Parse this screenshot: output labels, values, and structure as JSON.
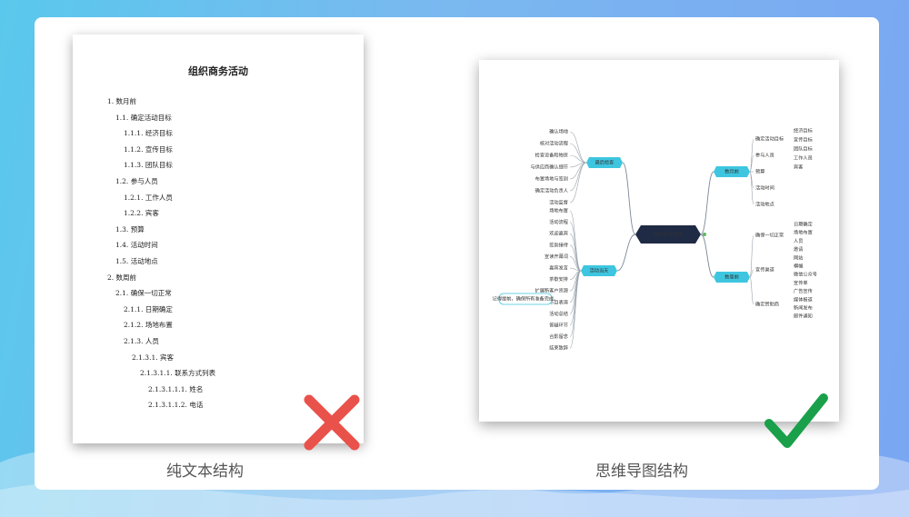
{
  "captions": {
    "left": "纯文本结构",
    "right": "思维导图结构"
  },
  "doc": {
    "title": "组织商务活动",
    "lines": [
      "1. 数月前",
      "1.1. 确定活动目标",
      "1.1.1. 经济目标",
      "1.1.2. 宣传目标",
      "1.1.3. 团队目标",
      "1.2. 参与人员",
      "1.2.1. 工作人员",
      "1.2.2. 宾客",
      "1.3. 预算",
      "1.4. 活动时间",
      "1.5. 活动地点",
      "2. 数周前",
      "2.1. 确保一切正常",
      "2.1.1. 日期确定",
      "2.1.2. 场地布置",
      "2.1.3. 人员",
      "2.1.3.1. 宾客",
      "2.1.3.1.1. 联系方式列表",
      "2.1.3.1.1.1. 姓名",
      "2.1.3.1.1.2. 电话"
    ]
  },
  "mindmap": {
    "center": "组织商务活动",
    "right_branches": [
      {
        "label": "数月前",
        "children": [
          "确定活动目标",
          "参与人员",
          "预算",
          "活动时间",
          "活动地点"
        ],
        "grandchildren": [
          "经济目标",
          "宣传目标",
          "团队目标",
          "工作人员",
          "宾客"
        ]
      },
      {
        "label": "数周前",
        "children": [
          "确保一切正常",
          "宣传渠道",
          "确定赞助商"
        ],
        "grandchildren": [
          "日期确定",
          "场地布置",
          "人员",
          "邀请",
          "网站",
          "横幅",
          "微信公众号",
          "宣传单",
          "广告宣传",
          "媒体报道",
          "新闻发布",
          "邮件通知"
        ]
      }
    ],
    "left_branches": [
      {
        "label": "最后检查",
        "children": [
          "确认场地",
          "核对活动流程",
          "检查设备和物资",
          "与供应商确认细节",
          "布置场地与签到",
          "确定活动负责人",
          "活动监督"
        ]
      },
      {
        "label": "活动当天",
        "children": [
          "场地布置",
          "活动流程",
          "欢迎嘉宾",
          "签到接待",
          "宣读开幕词",
          "嘉宾发言",
          "茶歇安排",
          "扩展新客户资源",
          "节目表演",
          "活动总结",
          "答疑环节",
          "合影留念",
          "结束致辞"
        ]
      }
    ],
    "callout": "记得提前，确保所有准备完成。"
  },
  "colors": {
    "branch": "#3ec6e0",
    "center": "#1f2a44",
    "cross": "#e9524a",
    "check": "#1aa04a"
  }
}
